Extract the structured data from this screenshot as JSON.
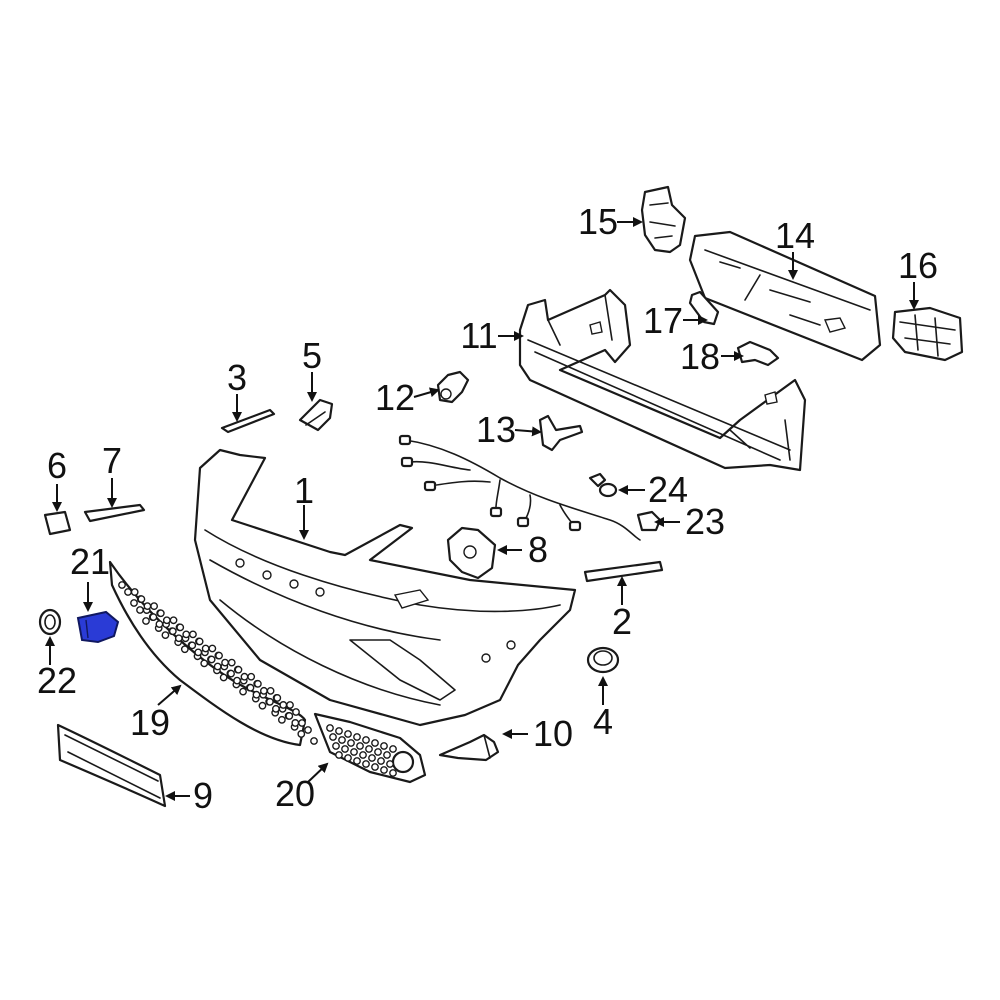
{
  "diagram": {
    "highlight_color": "#2a3bd6",
    "callouts": [
      {
        "id": "c1",
        "text": "1"
      },
      {
        "id": "c2",
        "text": "2"
      },
      {
        "id": "c3",
        "text": "3"
      },
      {
        "id": "c4",
        "text": "4"
      },
      {
        "id": "c5",
        "text": "5"
      },
      {
        "id": "c6",
        "text": "6"
      },
      {
        "id": "c7",
        "text": "7"
      },
      {
        "id": "c8",
        "text": "8"
      },
      {
        "id": "c9",
        "text": "9"
      },
      {
        "id": "c10",
        "text": "10"
      },
      {
        "id": "c11",
        "text": "11"
      },
      {
        "id": "c12",
        "text": "12"
      },
      {
        "id": "c13",
        "text": "13"
      },
      {
        "id": "c14",
        "text": "14"
      },
      {
        "id": "c15",
        "text": "15"
      },
      {
        "id": "c16",
        "text": "16"
      },
      {
        "id": "c17",
        "text": "17"
      },
      {
        "id": "c18",
        "text": "18"
      },
      {
        "id": "c19",
        "text": "19"
      },
      {
        "id": "c20",
        "text": "20"
      },
      {
        "id": "c21",
        "text": "21"
      },
      {
        "id": "c22",
        "text": "22"
      },
      {
        "id": "c23",
        "text": "23"
      },
      {
        "id": "c24",
        "text": "24"
      }
    ]
  }
}
